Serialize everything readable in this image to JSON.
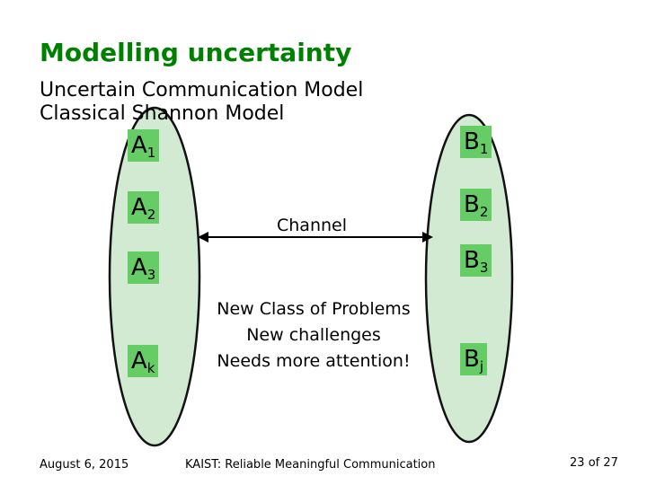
{
  "slide": {
    "title": "Modelling uncertainty",
    "subtitle_line1": "Uncertain Communication Model",
    "subtitle_line2": "Classical Shannon Model"
  },
  "senders": [
    {
      "base": "A",
      "sub": "1"
    },
    {
      "base": "A",
      "sub": "2"
    },
    {
      "base": "A",
      "sub": "3"
    },
    {
      "base": "A",
      "sub": "k"
    }
  ],
  "receivers": [
    {
      "base": "B",
      "sub": "1"
    },
    {
      "base": "B",
      "sub": "2"
    },
    {
      "base": "B",
      "sub": "3"
    },
    {
      "base": "B",
      "sub": "j"
    }
  ],
  "channel_label": "Channel",
  "note": {
    "line1": "New Class of Problems",
    "line2": "New challenges",
    "line3": "Needs more attention!"
  },
  "footer": {
    "date": "August 6, 2015",
    "org": "KAIST: Reliable Meaningful Communication",
    "page_current": "23",
    "page_sep": "of",
    "page_total": "27"
  },
  "colors": {
    "title": "#008000",
    "ellipse_fill": "#d2ead2",
    "node_fill": "#66cc66"
  }
}
